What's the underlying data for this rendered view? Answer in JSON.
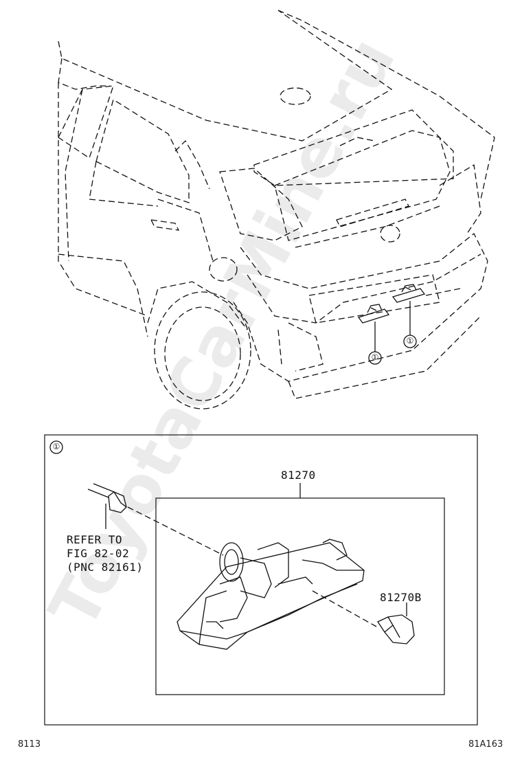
{
  "callout_symbol": "①",
  "part_number_main": "81270",
  "part_number_bulb": "81270B",
  "refer_note": [
    "REFER TO",
    "FIG 82-02",
    "(PNC 82161)"
  ],
  "footer_left": "8113",
  "footer_right": "81A163",
  "watermark": "ToyotaCarMine.ru"
}
